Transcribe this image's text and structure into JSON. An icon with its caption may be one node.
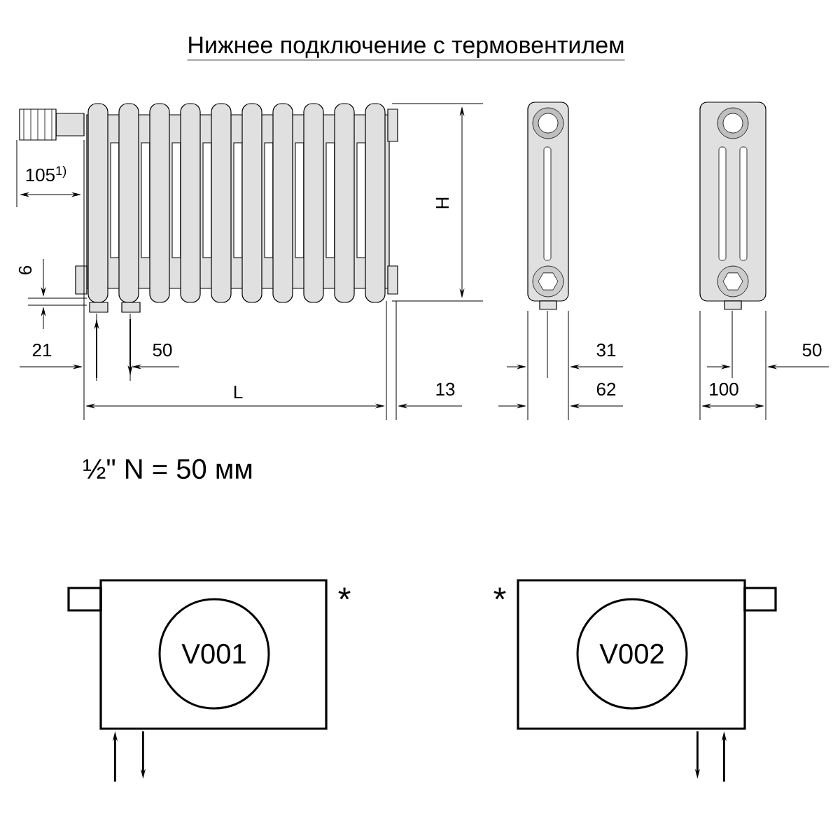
{
  "diagram": {
    "title": "Нижнее подключение с термовентилем",
    "nodes": [
      {
        "text": [],
        "shape": "box",
        "beside": [
          "*"
        ]
      },
      {
        "text": [
          "V001"
        ],
        "in": 0
      },
      {
        "text": [],
        "shape": "box",
        "beside": [
          "*"
        ]
      },
      {
        "text": [
          "V002"
        ],
        "in": 2
      }
    ],
    "edges": [
      {
        "from": null,
        "to": 0,
        "arrow": "to"
      },
      {
        "from": 0,
        "to": null,
        "arrow": "to"
      },
      {
        "from": 2,
        "to": null,
        "arrow": "to"
      },
      {
        "from": null,
        "to": 2,
        "arrow": "to"
      }
    ],
    "labels": [
      "105$^{1)}$",
      "H",
      "6",
      "21",
      "50",
      "31",
      "50",
      "L",
      "13",
      "62",
      "100",
      "½\" N = 50 мм"
    ]
  }
}
